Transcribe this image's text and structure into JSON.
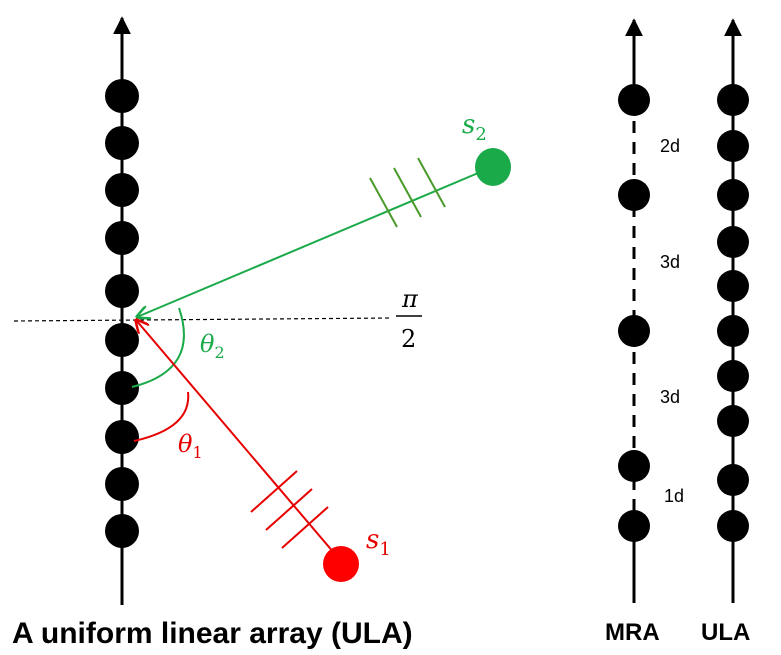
{
  "captions": {
    "main": "A uniform linear array (ULA)",
    "mra": "MRA",
    "ula": "ULA"
  },
  "angles": {
    "pi": "π",
    "two": "2",
    "theta1_base": "θ",
    "theta1_sub": "1",
    "theta2_base": "θ",
    "theta2_sub": "2"
  },
  "sources": {
    "s1_base": "s",
    "s1_sub": "1",
    "s2_base": "s",
    "s2_sub": "2"
  },
  "mra_gaps": [
    "2d",
    "3d",
    "3d",
    "1d"
  ],
  "colors": {
    "source1": "#e60000",
    "source2": "#1aaa4a",
    "element": "#000000"
  }
}
